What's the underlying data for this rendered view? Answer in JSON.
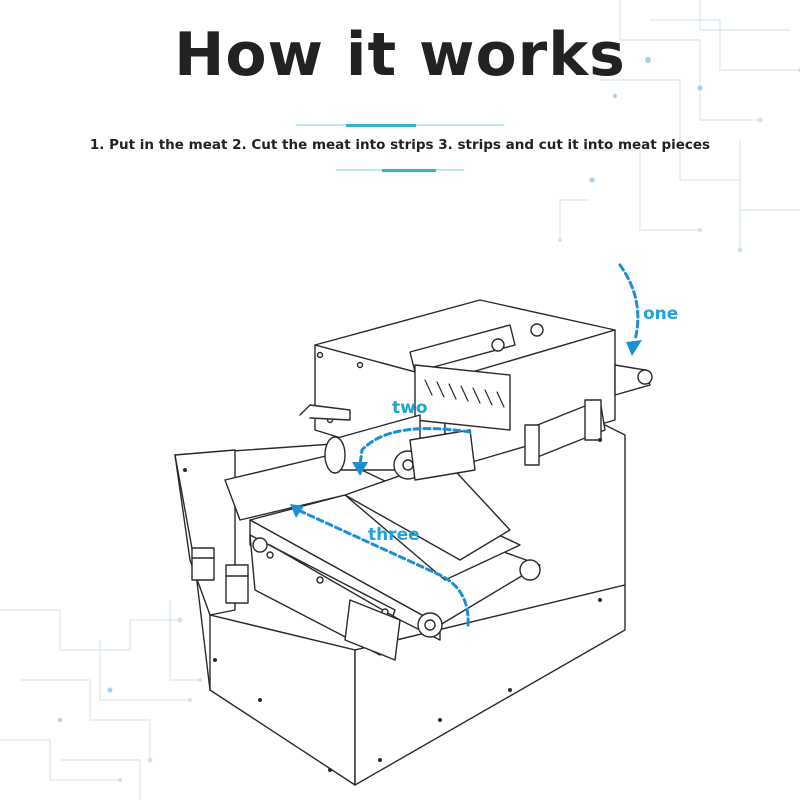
{
  "title": "How it works",
  "subtitle": "1. Put in the meat 2. Cut the meat into strips 3. strips and cut it into meat pieces",
  "labels": {
    "one": "one",
    "two": "two",
    "three": "three"
  },
  "colors": {
    "accent": "#2fb8cc",
    "arrow": "#1a8fd6",
    "label": "#1fa3d9",
    "title": "#222222",
    "line": "#2a2a2a"
  }
}
